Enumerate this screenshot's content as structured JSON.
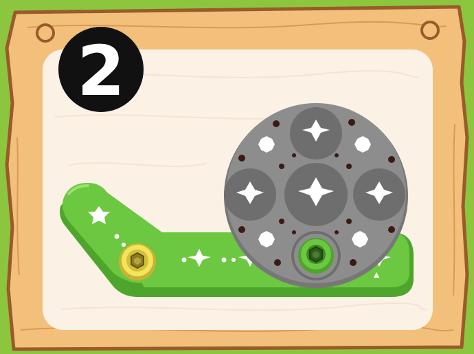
{
  "step": {
    "number": "2"
  },
  "colors": {
    "background_grass": "#8cc63f",
    "board_wood": "#f3c07c",
    "board_outline": "#9a5a2a",
    "panel": "#fbf1e4",
    "green_piece": "#6cc840",
    "gray_wheel": "#8b8b8b",
    "yellow_bolt": "#f3e45a"
  },
  "pieces": {
    "green_bar": "green-bar-piece",
    "gray_wheel": "gray-wheel-piece",
    "bolts": [
      "yellow-nut-bolt",
      "green-nut-bolt"
    ]
  }
}
